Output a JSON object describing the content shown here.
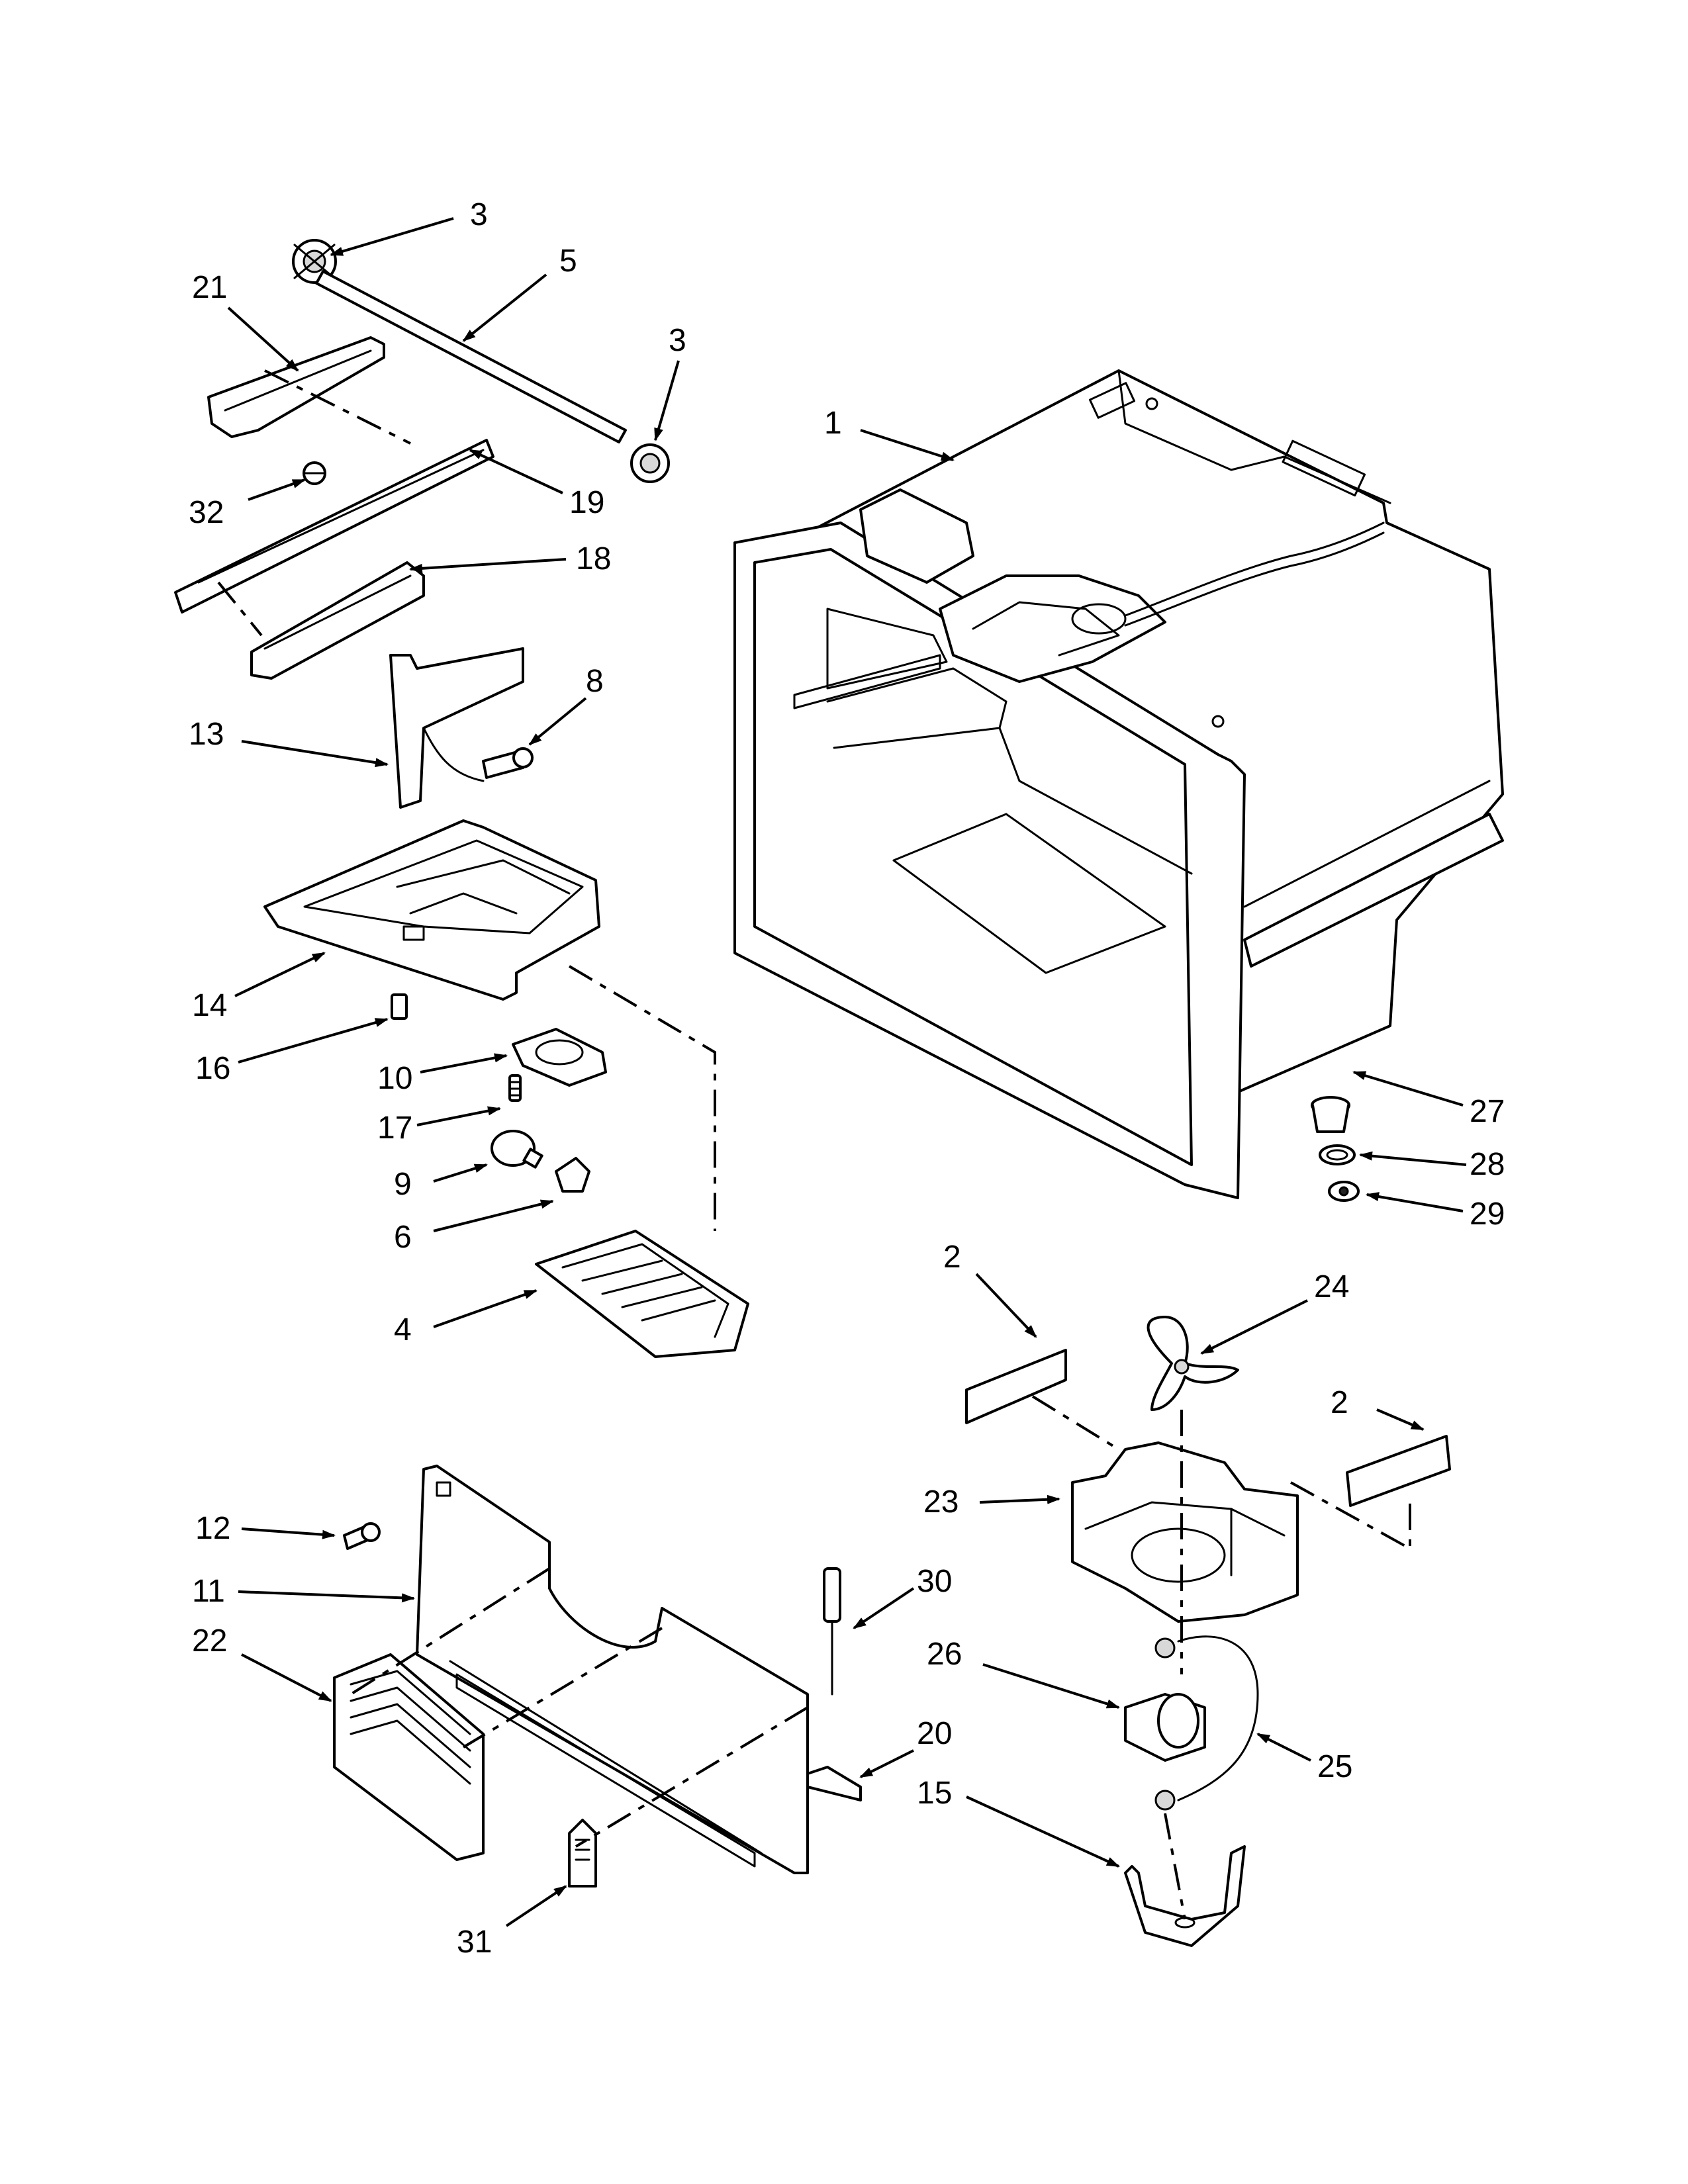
{
  "callouts": [
    {
      "id": "c3a",
      "label": "3"
    },
    {
      "id": "c5",
      "label": "5"
    },
    {
      "id": "c3b",
      "label": "3"
    },
    {
      "id": "c21",
      "label": "21"
    },
    {
      "id": "c1",
      "label": "1"
    },
    {
      "id": "c32",
      "label": "32"
    },
    {
      "id": "c19",
      "label": "19"
    },
    {
      "id": "c18",
      "label": "18"
    },
    {
      "id": "c8",
      "label": "8"
    },
    {
      "id": "c13",
      "label": "13"
    },
    {
      "id": "c14",
      "label": "14"
    },
    {
      "id": "c16",
      "label": "16"
    },
    {
      "id": "c10",
      "label": "10"
    },
    {
      "id": "c17",
      "label": "17"
    },
    {
      "id": "c9",
      "label": "9"
    },
    {
      "id": "c6",
      "label": "6"
    },
    {
      "id": "c27",
      "label": "27"
    },
    {
      "id": "c28",
      "label": "28"
    },
    {
      "id": "c29",
      "label": "29"
    },
    {
      "id": "c4",
      "label": "4"
    },
    {
      "id": "c2a",
      "label": "2"
    },
    {
      "id": "c24",
      "label": "24"
    },
    {
      "id": "c2b",
      "label": "2"
    },
    {
      "id": "c23",
      "label": "23"
    },
    {
      "id": "c12",
      "label": "12"
    },
    {
      "id": "c11",
      "label": "11"
    },
    {
      "id": "c30",
      "label": "30"
    },
    {
      "id": "c22",
      "label": "22"
    },
    {
      "id": "c26",
      "label": "26"
    },
    {
      "id": "c20",
      "label": "20"
    },
    {
      "id": "c25",
      "label": "25"
    },
    {
      "id": "c15",
      "label": "15"
    },
    {
      "id": "c31",
      "label": "31"
    }
  ]
}
